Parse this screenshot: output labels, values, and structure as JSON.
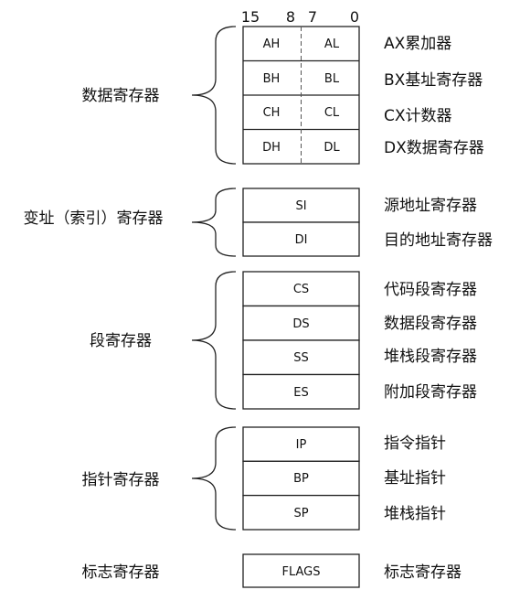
{
  "bit_labels": {
    "b15": "15",
    "b8": "8",
    "b7": "7",
    "b0": "0"
  },
  "groups": [
    {
      "name": "数据寄存器",
      "rows": [
        {
          "high": "AH",
          "low": "AL",
          "desc": "AX累加器"
        },
        {
          "high": "BH",
          "low": "BL",
          "desc": "BX基址寄存器"
        },
        {
          "high": "CH",
          "low": "CL",
          "desc": "CX计数器"
        },
        {
          "high": "DH",
          "low": "DL",
          "desc": "DX数据寄存器"
        }
      ]
    },
    {
      "name": "变址（索引）寄存器",
      "rows": [
        {
          "label": "SI",
          "desc": "源地址寄存器"
        },
        {
          "label": "DI",
          "desc": "目的地址寄存器"
        }
      ]
    },
    {
      "name": "段寄存器",
      "rows": [
        {
          "label": "CS",
          "desc": "代码段寄存器"
        },
        {
          "label": "DS",
          "desc": "数据段寄存器"
        },
        {
          "label": "SS",
          "desc": "堆栈段寄存器"
        },
        {
          "label": "ES",
          "desc": "附加段寄存器"
        }
      ]
    },
    {
      "name": "指针寄存器",
      "rows": [
        {
          "label": "IP",
          "desc": "指令指针"
        },
        {
          "label": "BP",
          "desc": "基址指针"
        },
        {
          "label": "SP",
          "desc": "堆栈指针"
        }
      ]
    },
    {
      "name": "标志寄存器",
      "rows": [
        {
          "label": "FLAGS",
          "desc": "标志寄存器"
        }
      ]
    }
  ]
}
